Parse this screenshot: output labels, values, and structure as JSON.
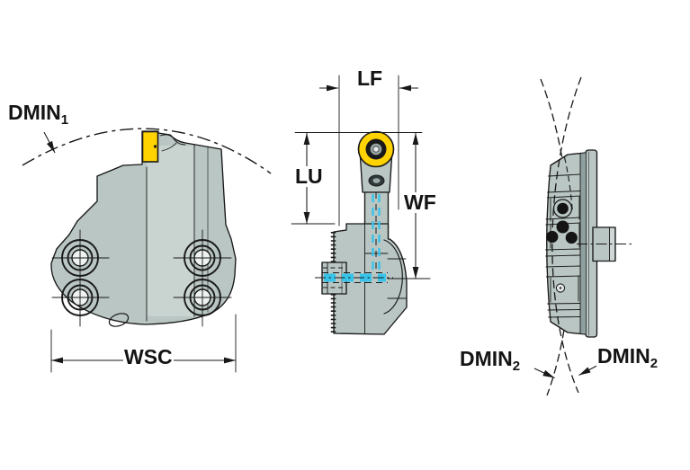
{
  "labels": {
    "dmin1": {
      "text": "DMIN",
      "sub": "1"
    },
    "lf": {
      "text": "LF"
    },
    "lu": {
      "text": "LU"
    },
    "wf": {
      "text": "WF"
    },
    "wsc": {
      "text": "WSC"
    },
    "dmin2_left": {
      "text": "DMIN",
      "sub": "2"
    },
    "dmin2_right": {
      "text": "DMIN",
      "sub": "2"
    }
  },
  "colors": {
    "body": "#b9c6c3",
    "body_dark": "#8ea09f",
    "body_light": "#dde5e2",
    "insert_yellow": "#ffd300",
    "coolant_cyan": "#38c4ea",
    "line": "#181818"
  }
}
